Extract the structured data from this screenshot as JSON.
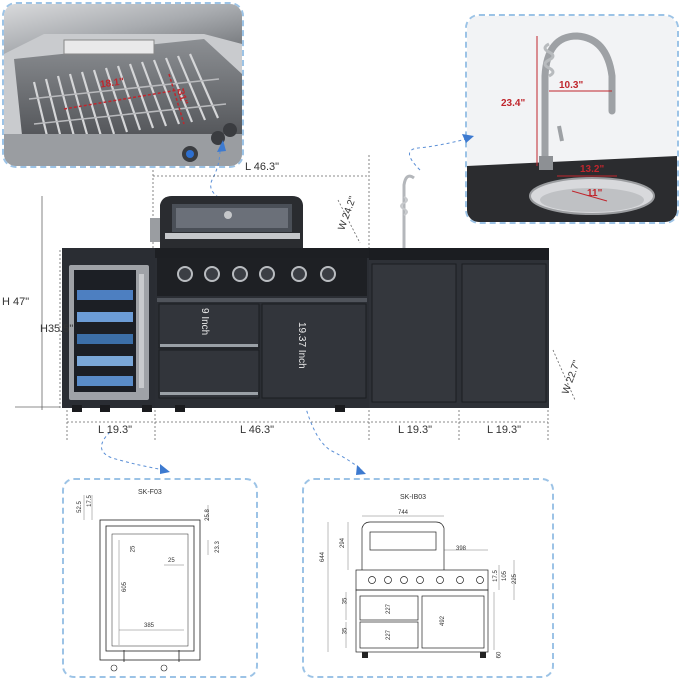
{
  "grill_photo": {
    "depth_label": "18.1\"",
    "width_label": "31\""
  },
  "faucet_photo": {
    "height_label": "23.4\"",
    "reach_label": "10.3\"",
    "sink_width_label": "13.2\"",
    "sink_depth_label": "11\""
  },
  "main_dims": {
    "top_length": "L 46.3\"",
    "hood_depth": "W 24.2\"",
    "height_total": "H 47\"",
    "height_fridge": "H35.5\"",
    "drawer_height": "9 Inch",
    "door_height": "19.37 Inch",
    "side_depth": "W 22.7\"",
    "bottom_lengths": [
      "L 19.3\"",
      "L 46.3\"",
      "L 19.3\"",
      "L 19.3\""
    ]
  },
  "fridge_plan": {
    "title": "SK-F03",
    "dims": [
      "52.5",
      "17.5",
      "25.8",
      "25",
      "25",
      "23.3",
      "605",
      "385"
    ]
  },
  "grill_plan": {
    "title": "SK-IB03",
    "dims": [
      "744",
      "294",
      "398",
      "644",
      "17.5",
      "105",
      "225",
      "35",
      "227",
      "492",
      "35",
      "227",
      "60"
    ]
  },
  "colors": {
    "dashed_border": "#9cc3e6",
    "cabinet": "#2a2d33",
    "dimension_red": "#c0262d"
  }
}
